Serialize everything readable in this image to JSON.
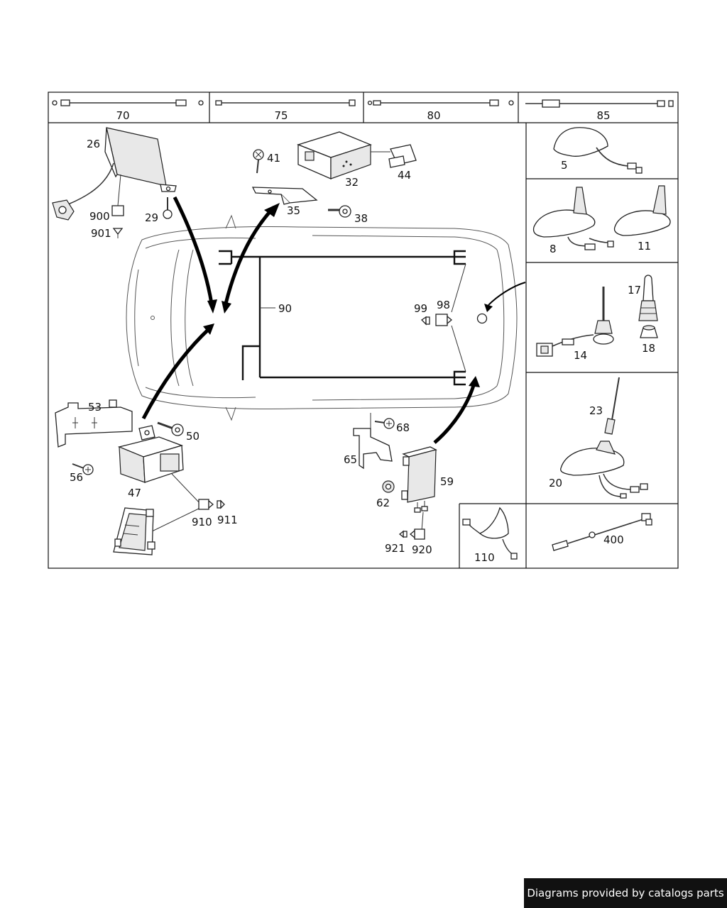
{
  "labels": {
    "p70": "70",
    "p75": "75",
    "p80": "80",
    "p85": "85",
    "p26": "26",
    "p900": "900",
    "p901": "901",
    "p29": "29",
    "p41": "41",
    "p32": "32",
    "p44": "44",
    "p35": "35",
    "p38": "38",
    "p90": "90",
    "p99": "99",
    "p98": "98",
    "p53": "53",
    "p50": "50",
    "p56": "56",
    "p47": "47",
    "p910": "910",
    "p911": "911",
    "p68": "68",
    "p65": "65",
    "p62": "62",
    "p59": "59",
    "p921": "921",
    "p920": "920",
    "p5": "5",
    "p8": "8",
    "p11": "11",
    "p17": "17",
    "p14": "14",
    "p18": "18",
    "p23": "23",
    "p20": "20",
    "p110": "110",
    "p400": "400"
  },
  "footer": {
    "text": "Diagrams provided by catalogs parts"
  }
}
